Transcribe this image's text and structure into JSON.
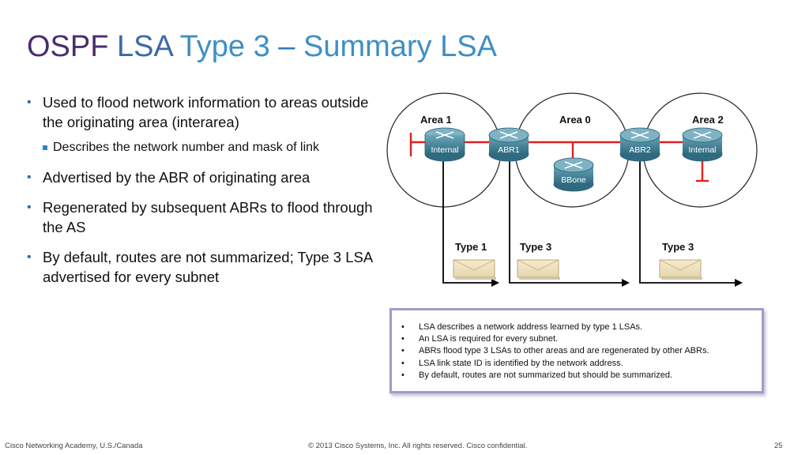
{
  "title": {
    "part1": "OSPF",
    "part2": "LSA",
    "part3": "Type 3",
    "part4": "–",
    "part5": "Summary LSA"
  },
  "bullets": {
    "b1": "Used to flood network information to areas outside the originating area (interarea)",
    "b1_sub": "Describes the network number and mask of link",
    "b2": "Advertised by the ABR of originating area",
    "b3": "Regenerated by subsequent ABRs to flood through the AS",
    "b4": "By default, routes are not summarized; Type 3 LSA advertised for every subnet"
  },
  "diagram": {
    "area1": "Area 1",
    "area0": "Area 0",
    "area2": "Area 2",
    "router_internal1": "Internal",
    "router_abr1": "ABR1",
    "router_bbone": "BBone",
    "router_abr2": "ABR2",
    "router_internal2": "Internal",
    "type_label1": "Type 1",
    "type_label2": "Type 3",
    "type_label3": "Type 3"
  },
  "notes": [
    "LSA describes a network address learned by type 1 LSAs.",
    "An LSA is required for every subnet.",
    "ABRs flood type 3 LSAs to other areas and are regenerated by other ABRs.",
    "LSA link state ID is identified by the network address.",
    "By default, routes are not summarized but should be summarized."
  ],
  "footer": {
    "left": "Cisco Networking Academy, U.S./Canada",
    "center": "© 2013 Cisco Systems, Inc. All rights reserved. Cisco confidential.",
    "page": "25"
  },
  "colors": {
    "link_red": "#e02020",
    "router_teal": "#3d7e93",
    "note_border": "#a599c9"
  }
}
